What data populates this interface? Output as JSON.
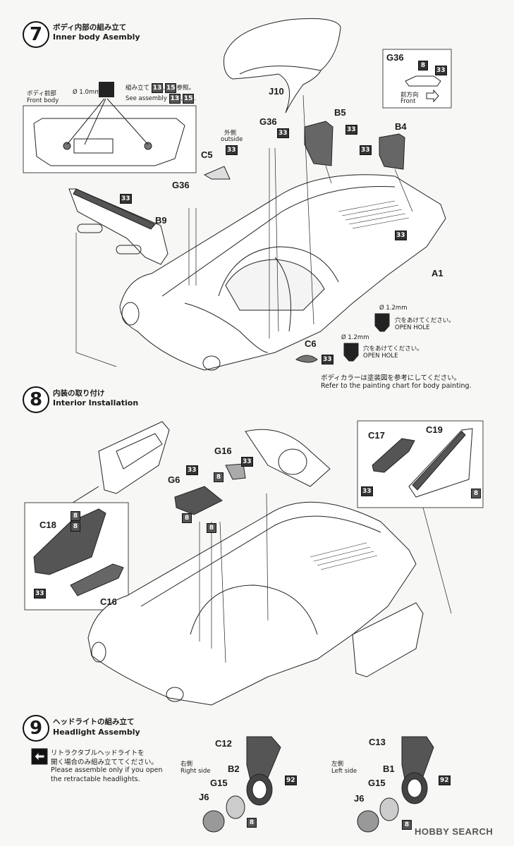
{
  "step7": {
    "number": "7",
    "title_jp": "ボディ内部の組み立て",
    "title_en": "Inner body Asembly",
    "front_body_jp": "ボディ前部",
    "front_body_en": "Front body",
    "drill": "Ø 1.0mm",
    "ref_jp": "組み立て",
    "ref_n1": "13",
    "ref_n2": "15",
    "ref_suffix": "参照。",
    "ref_en": "See assembly",
    "g36_box_label": "G36",
    "g36_box_n1": "8",
    "g36_box_n2": "33",
    "front_dir_jp": "前方向",
    "front_dir_en": "Front",
    "outside_jp": "外側",
    "outside_en": "outside",
    "parts": {
      "j10": "J10",
      "g36a": "G36",
      "b5": "B5",
      "b4": "B4",
      "c5": "C5",
      "g36b": "G36",
      "b9": "B9",
      "a1": "A1",
      "c6": "C6"
    },
    "nums": {
      "n33": "33"
    },
    "hole1_size": "Ø 1.2mm",
    "hole1_jp": "穴をあけてください。",
    "hole1_en": "OPEN HOLE",
    "hole2_size": "Ø 1.2mm",
    "hole2_jp": "穴をあけてください。",
    "hole2_en": "OPEN HOLE",
    "paint_jp": "ボディカラーは塗装図を参考にしてください。",
    "paint_en": "Refer to the painting chart for body painting."
  },
  "step8": {
    "number": "8",
    "title_jp": "内装の取り付け",
    "title_en": "Interior Installation",
    "parts": {
      "g16": "G16",
      "g6": "G6",
      "c17": "C17",
      "c19": "C19",
      "c18": "C18",
      "c16": "C16"
    },
    "nums": {
      "n33": "33",
      "n8": "8"
    }
  },
  "step9": {
    "number": "9",
    "title_jp": "ヘッドライトの組み立て",
    "title_en": "Headlight Assembly",
    "note_jp1": "リトラクタブルヘッドライトを",
    "note_jp2": "開く場合のみ組み立ててください。",
    "note_en1": "Please assemble only if you open",
    "note_en2": "the retractable headlights.",
    "right_jp": "右側",
    "right_en": "Right side",
    "left_jp": "左側",
    "left_en": "Left side",
    "parts": {
      "c12": "C12",
      "b2": "B2",
      "g15a": "G15",
      "j6a": "J6",
      "c13": "C13",
      "b1": "B1",
      "g15b": "G15",
      "j6b": "J6"
    },
    "nums": {
      "n92": "92",
      "n8": "8"
    }
  },
  "watermark": "HOBBY SEARCH"
}
